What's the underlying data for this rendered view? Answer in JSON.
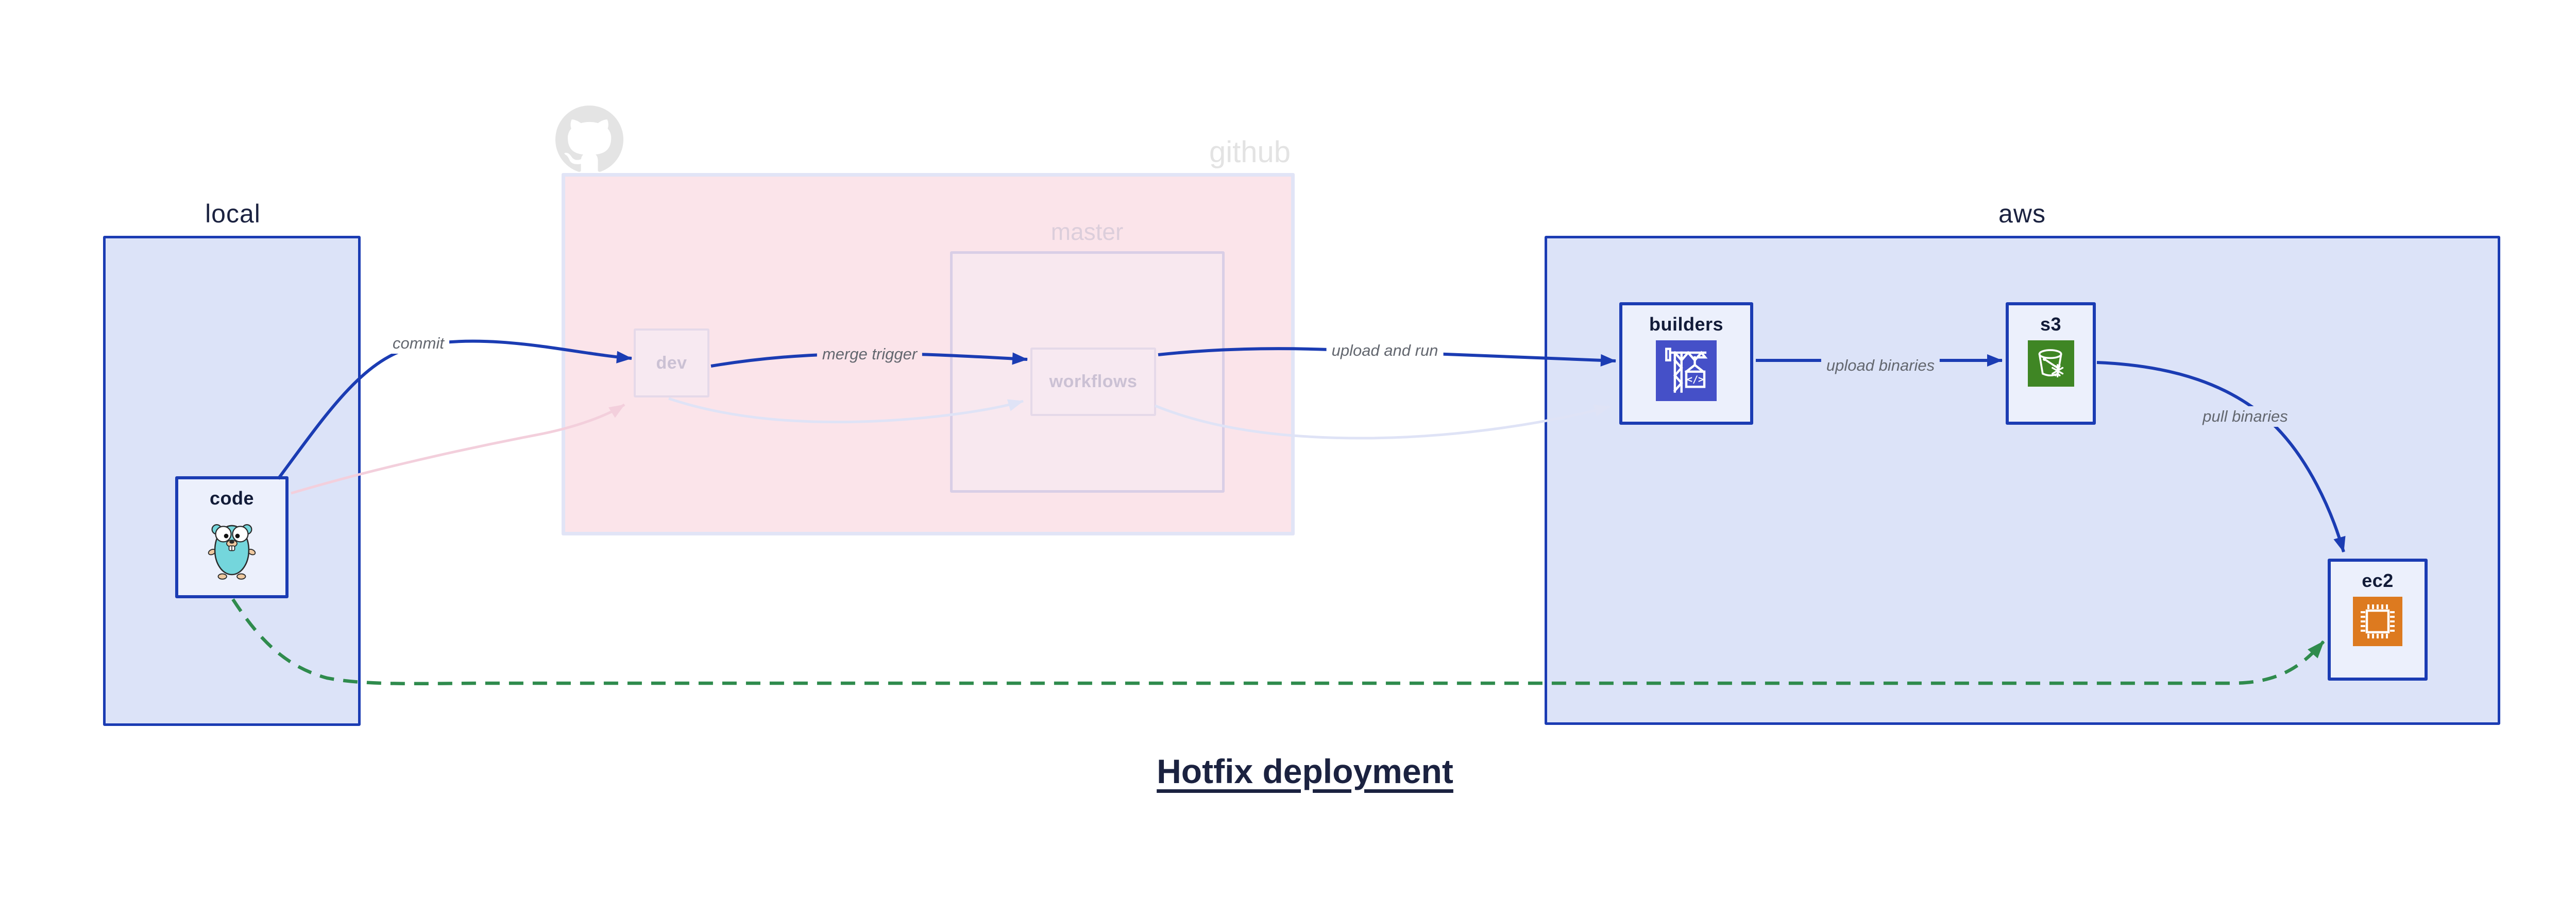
{
  "title": "Hotfix deployment",
  "groups": {
    "local": {
      "label": "local"
    },
    "github": {
      "label": "github",
      "master": {
        "label": "master"
      }
    },
    "aws": {
      "label": "aws"
    }
  },
  "nodes": {
    "code": {
      "label": "code",
      "icon": "go-gopher-icon",
      "state": "active"
    },
    "dev": {
      "label": "dev",
      "icon": null,
      "state": "faded"
    },
    "workflows": {
      "label": "workflows",
      "icon": null,
      "state": "faded"
    },
    "builders": {
      "label": "builders",
      "icon": "codebuild-crane-icon",
      "state": "active"
    },
    "s3": {
      "label": "s3",
      "icon": "s3-glacier-bucket-snowflake-icon",
      "state": "active"
    },
    "ec2": {
      "label": "ec2",
      "icon": "ec2-chip-icon",
      "state": "active"
    }
  },
  "edge_labels": {
    "commit": "commit",
    "merge_trigger": "merge trigger",
    "upload_and_run": "upload and run",
    "upload_binaries": "upload binaries",
    "pull_binaries": "pull binaries"
  },
  "edges": [
    {
      "from": "code",
      "to": "dev",
      "label": "commit",
      "style": "solid-blue"
    },
    {
      "from": "dev",
      "to": "workflows",
      "label": "merge trigger",
      "style": "solid-blue"
    },
    {
      "from": "workflows",
      "to": "builders",
      "label": "upload and run",
      "style": "solid-blue"
    },
    {
      "from": "builders",
      "to": "s3",
      "label": "upload binaries",
      "style": "solid-blue"
    },
    {
      "from": "s3",
      "to": "ec2",
      "label": "pull binaries",
      "style": "solid-blue"
    },
    {
      "from": "code",
      "to": "ec2",
      "label": "",
      "style": "dashed-green"
    },
    {
      "from": "code",
      "to": "dev",
      "label": "",
      "style": "faded-pink"
    },
    {
      "from": "dev",
      "to": "workflows",
      "label": "",
      "style": "faded-lavender"
    },
    {
      "from": "workflows",
      "to": "builders",
      "label": "",
      "style": "faded-lavender"
    }
  ],
  "colors": {
    "accent_blue": "#1b3cb3",
    "group_fill": "#dce3f8",
    "node_fill": "#ecf0fc",
    "github_pink_fill": "#fbe4ea",
    "master_fill": "#f8e8ef",
    "dashed_green": "#2f8b4d",
    "faded_pink_edge": "#f3cfdc",
    "faded_lavender_edge": "#dfe3f6",
    "edge_label_gray": "#63676f",
    "navy_text": "#1b2240",
    "codebuild_indigo": "#4550c8",
    "s3_green": "#3f8624",
    "ec2_orange": "#dd7a1f",
    "octocat_gray": "#e4e4e4"
  }
}
